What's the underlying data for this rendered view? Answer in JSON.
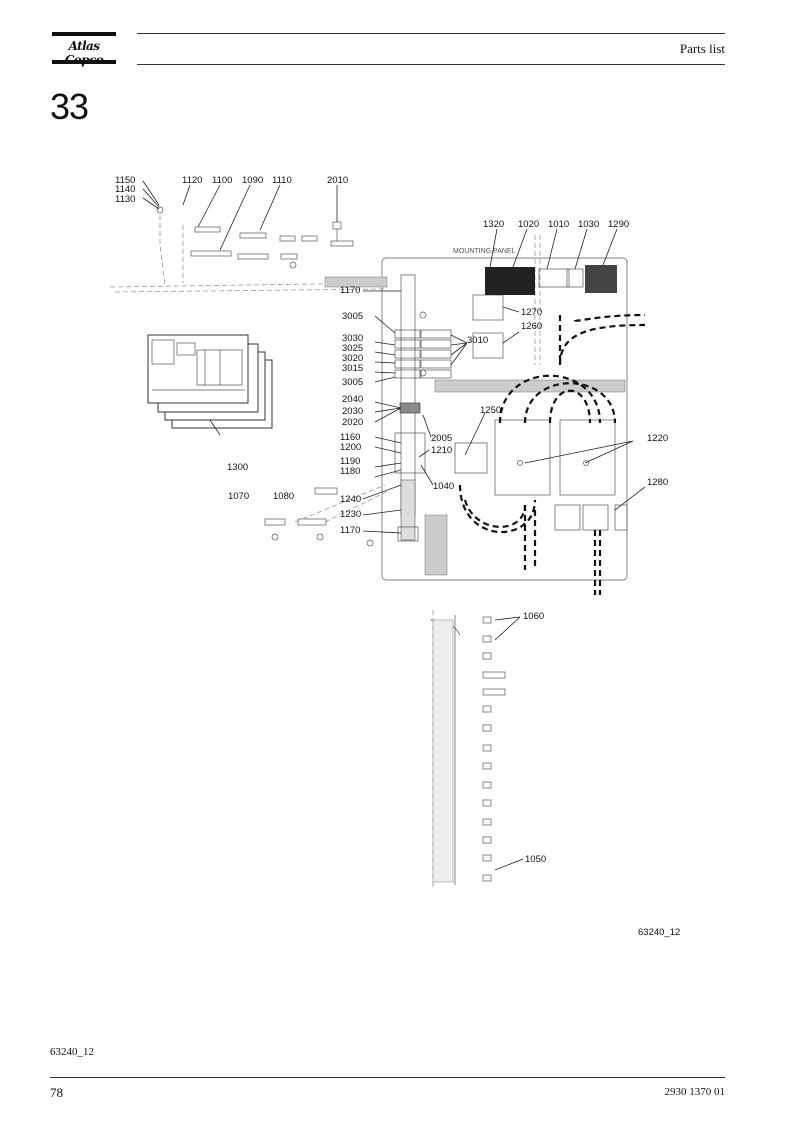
{
  "header": {
    "brand": "Atlas Copco",
    "title": "Parts list"
  },
  "section_number": "33",
  "drawing": {
    "panel_label": "MOUNTING PANEL",
    "callouts": {
      "c1150": "1150",
      "c1140": "1140",
      "c1130": "1130",
      "c1120": "1120",
      "c1100": "1100",
      "c1090": "1090",
      "c1110": "1110",
      "c2010": "2010",
      "c1320": "1320",
      "c1020": "1020",
      "c1010": "1010",
      "c1030": "1030",
      "c1290": "1290",
      "c1170a": "1170",
      "c1270": "1270",
      "c1260": "1260",
      "c3005a": "3005",
      "c3030": "3030",
      "c3025": "3025",
      "c3020": "3020",
      "c3015": "3015",
      "c3005b": "3005",
      "c3010": "3010",
      "c2040": "2040",
      "c2030": "2030",
      "c2020": "2020",
      "c1250": "1250",
      "c1160": "1160",
      "c2005": "2005",
      "c1200": "1200",
      "c1210": "1210",
      "c1220": "1220",
      "c1300": "1300",
      "c1190": "1190",
      "c1180": "1180",
      "c1040": "1040",
      "c1280": "1280",
      "c1070": "1070",
      "c1080": "1080",
      "c1240": "1240",
      "c1230": "1230",
      "c1170b": "1170",
      "c1060": "1060",
      "c1050": "1050"
    },
    "drawing_ref": "63240_12"
  },
  "footer": {
    "figure_ref": "63240_12",
    "page_number": "78",
    "document_number": "2930 1370 01"
  }
}
